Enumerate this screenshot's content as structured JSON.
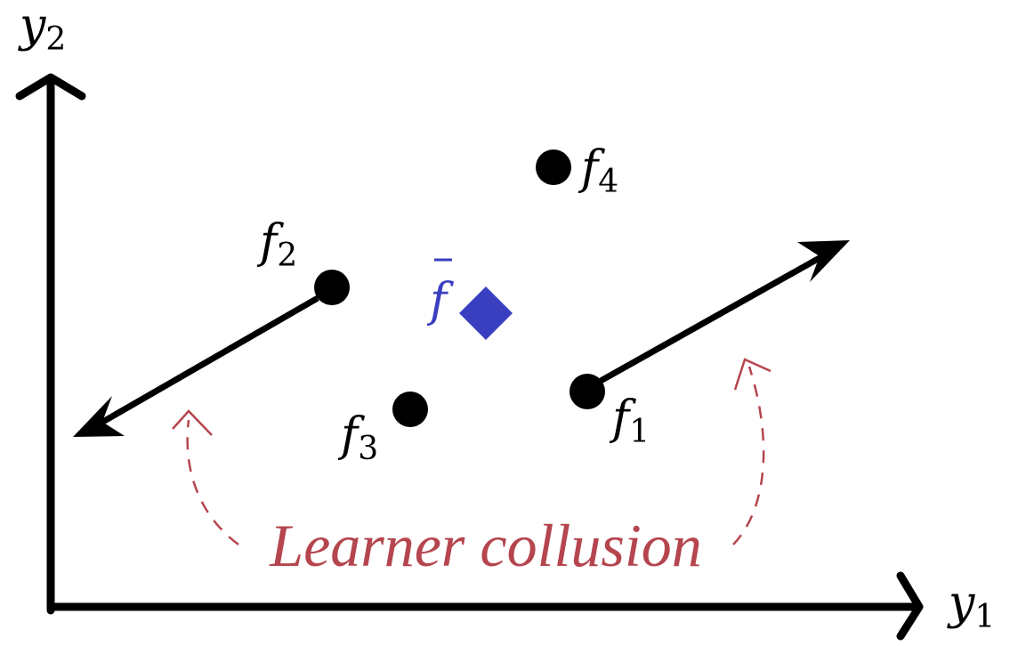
{
  "axes": {
    "x_label": "y",
    "x_label_sub": "1",
    "y_label": "y",
    "y_label_sub": "2"
  },
  "points": [
    {
      "id": "f1",
      "label": "f",
      "sub": "1"
    },
    {
      "id": "f2",
      "label": "f",
      "sub": "2"
    },
    {
      "id": "f3",
      "label": "f",
      "sub": "3"
    },
    {
      "id": "f4",
      "label": "f",
      "sub": "4"
    }
  ],
  "mean": {
    "label": "f",
    "color": "#3a3fbf"
  },
  "collusion": {
    "label": "Learner collusion",
    "color": "#b5454e"
  },
  "colors": {
    "ink": "#000000",
    "mean": "#3a3fbf",
    "collusion": "#b5454e"
  }
}
